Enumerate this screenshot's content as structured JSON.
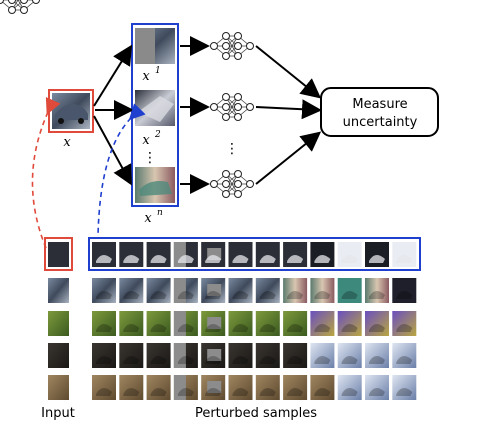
{
  "labels": {
    "x": "x",
    "x1_base": "x",
    "x1_sup": "1",
    "x2_base": "x",
    "x2_sup": "2",
    "xn_base": "x",
    "xn_sup": "n",
    "dots": "⋮",
    "net_dots": "⋮",
    "measure_line1": "Measure",
    "measure_line2": "uncertainty",
    "input": "Input",
    "perturbed": "Perturbed samples"
  },
  "colors": {
    "input_box": "#e04a3a",
    "perturbed_box": "#1f3fcf",
    "arrow": "#000000",
    "red_dashed": "#e04a3a",
    "blue_dashed": "#1f3fcf"
  },
  "icons": [
    "neural-network-icon",
    "image-thumbnail"
  ]
}
